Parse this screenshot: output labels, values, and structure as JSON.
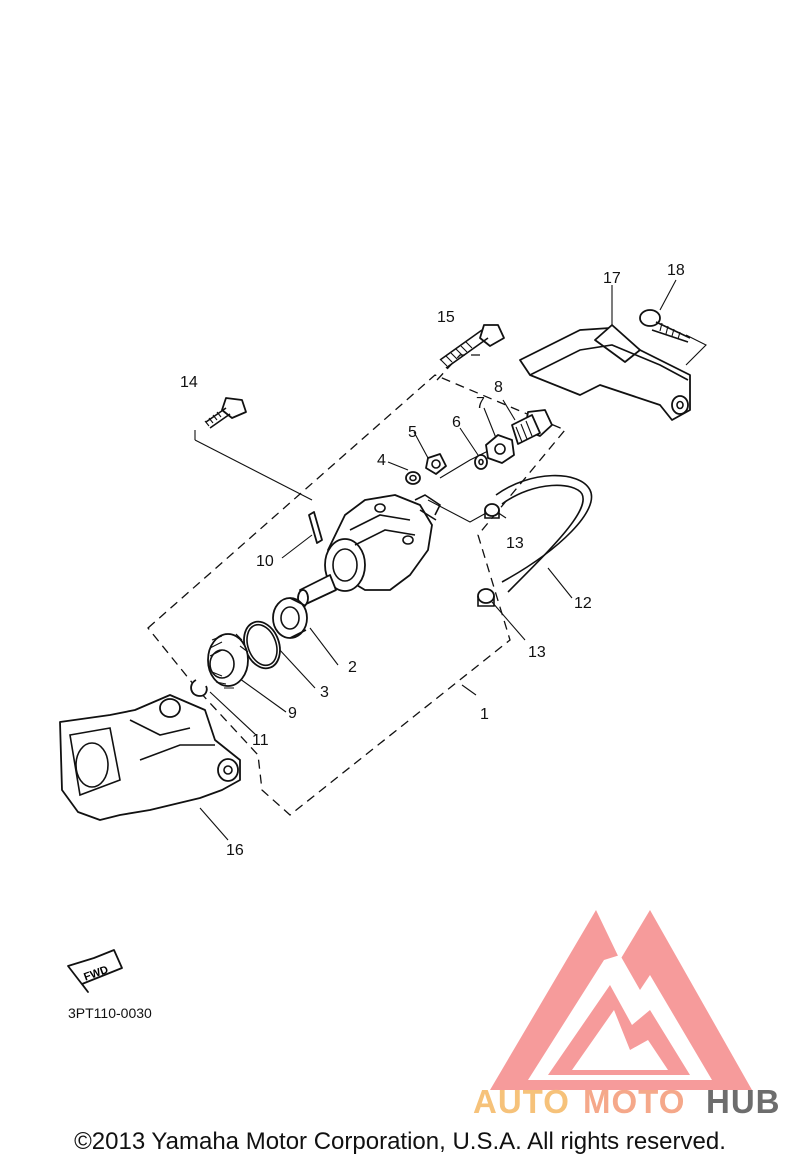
{
  "callouts": [
    "1",
    "2",
    "3",
    "4",
    "5",
    "6",
    "7",
    "8",
    "9",
    "10",
    "11",
    "12",
    "13",
    "13",
    "14",
    "15",
    "16",
    "17",
    "18"
  ],
  "fwd_label": "FWD",
  "diagram_code": "3PT110-0030",
  "watermark": {
    "auto": "AUTO",
    "moto": "MOTO",
    "hub": "HUB"
  },
  "copyright": "©2013 Yamaha Motor Corporation, U.S.A. All rights reserved.",
  "colors": {
    "watermark_red": "#f07a7a",
    "watermark_orange": "#f6c27a",
    "watermark_gray": "#7a7a7a"
  }
}
